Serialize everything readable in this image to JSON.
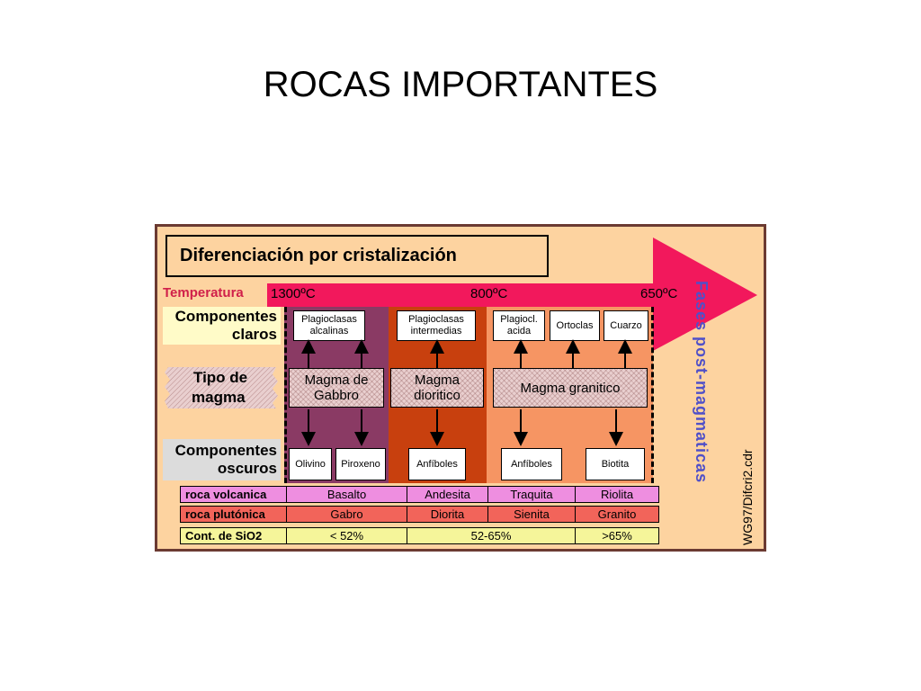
{
  "slide": {
    "title": "ROCAS IMPORTANTES"
  },
  "diagram": {
    "heading": "Diferenciación por cristalización",
    "temperature": {
      "label": "Temperatura",
      "t1": "1300ºC",
      "t2": "800ºC",
      "t3": "650ºC"
    },
    "row_labels": {
      "claros": {
        "line1": "Componentes",
        "line2": "claros"
      },
      "magma": {
        "line1": "Tipo de",
        "line2": "magma"
      },
      "oscuros": {
        "line1": "Componentes",
        "line2": "oscuros"
      }
    },
    "light_components": {
      "plag_alc": {
        "line1": "Plagioclasas",
        "line2": "alcalinas"
      },
      "plag_int": {
        "line1": "Plagioclasas",
        "line2": "intermedias"
      },
      "plag_acid": {
        "line1": "Plagiocl.",
        "line2": "acida"
      },
      "ortoclas": "Ortoclas",
      "cuarzo": "Cuarzo"
    },
    "magmas": {
      "gabbro": {
        "line1": "Magma de",
        "line2": "Gabbro"
      },
      "diorit": {
        "line1": "Magma",
        "line2": "dioritico"
      },
      "granit": "Magma granitico"
    },
    "dark_components": [
      "Olivino",
      "Piroxeno",
      "Anfíboles",
      "Anfíboles",
      "Biotita"
    ],
    "side_label": "Fases post-magmaticas",
    "credit": "WG97/Difcri2.cdr",
    "table": {
      "volcanic": {
        "label": "roca volcanica",
        "values": [
          "Basalto",
          "Andesita",
          "Traquita",
          "Riolita"
        ]
      },
      "plutonic": {
        "label": "roca plutónica",
        "values": [
          "Gabro",
          "Diorita",
          "Sienita",
          "Granito"
        ]
      },
      "silica": {
        "label": "Cont. de SiO2",
        "values": [
          "< 52%",
          "52-65%",
          ">65%"
        ]
      }
    },
    "colors": {
      "frame_bg": "#fdd3a0",
      "gabbro_band": "#8a3a64",
      "diorit_band": "#c8400e",
      "granit_band": "#f69563",
      "arrow": "#f2185c",
      "volcanic_row": "#ee8ee0",
      "plutonic_row": "#f2645a",
      "silica_row": "#f5f59a",
      "side_label": "#5050c8"
    }
  }
}
